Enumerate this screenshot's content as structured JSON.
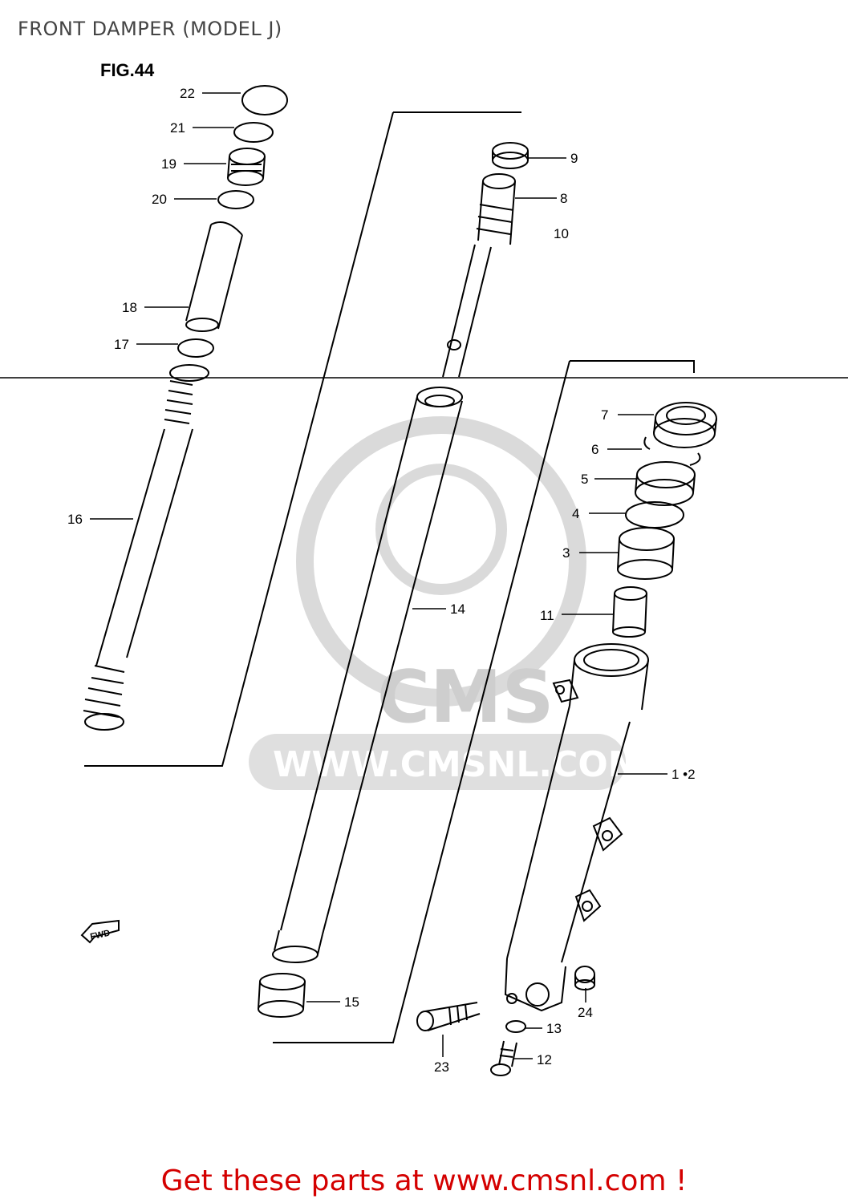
{
  "header": {
    "title": "FRONT DAMPER (MODEL J)"
  },
  "diagram": {
    "figure_label": "FIG.44",
    "fwd_label": "FWD",
    "watermark": {
      "brand": "CMS",
      "url": "WWW.CMSNL.COM"
    },
    "part_labels": {
      "p22": "22",
      "p21": "21",
      "p19": "19",
      "p20": "20",
      "p18": "18",
      "p17": "17",
      "p16": "16",
      "p9": "9",
      "p8": "8",
      "p10": "10",
      "p14": "14",
      "p15": "15",
      "p7": "7",
      "p6": "6",
      "p5": "5",
      "p4": "4",
      "p3": "3",
      "p11": "11",
      "p1_2": "1 •2",
      "p24": "24",
      "p13": "13",
      "p12": "12",
      "p23": "23"
    }
  },
  "footer": {
    "cta": "Get these parts at www.cmsnl.com !"
  },
  "colors": {
    "cta": "#d40000",
    "line": "#000000",
    "watermark": "#c9c9c9"
  }
}
